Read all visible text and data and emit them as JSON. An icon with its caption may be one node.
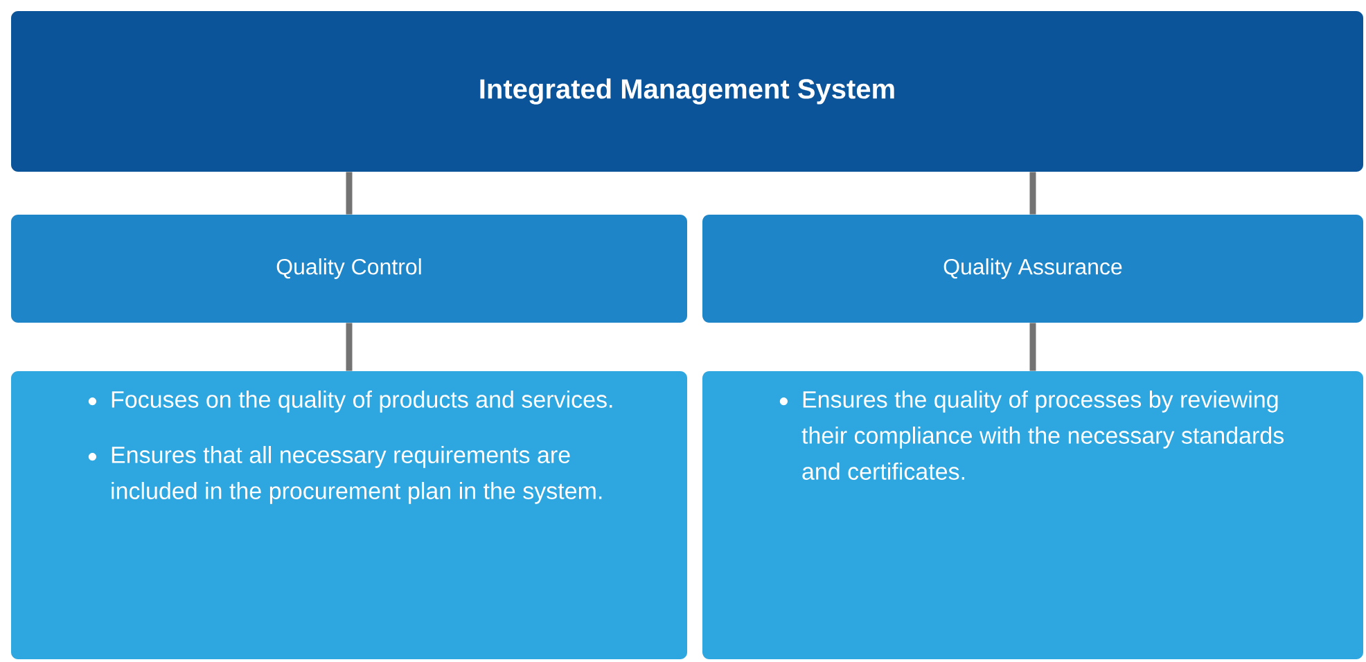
{
  "diagram": {
    "nodes": [
      {
        "text": [
          "Integrated Management System"
        ]
      },
      {
        "text": [
          "Quality Control"
        ]
      },
      {
        "text": [
          "Quality Assurance"
        ]
      },
      {
        "text": [
          "Focuses on the quality of products and services.",
          "Ensures that all necessary requirements are included in the procurement plan in the system."
        ]
      },
      {
        "text": [
          "Ensures the quality of processes by reviewing their compliance with the necessary standards and certificates."
        ]
      }
    ],
    "edges": [
      {
        "from": 0,
        "to": 1,
        "arrow": "none"
      },
      {
        "from": 0,
        "to": 2,
        "arrow": "none"
      },
      {
        "from": 1,
        "to": 3,
        "arrow": "none"
      },
      {
        "from": 2,
        "to": 4,
        "arrow": "none"
      }
    ]
  }
}
